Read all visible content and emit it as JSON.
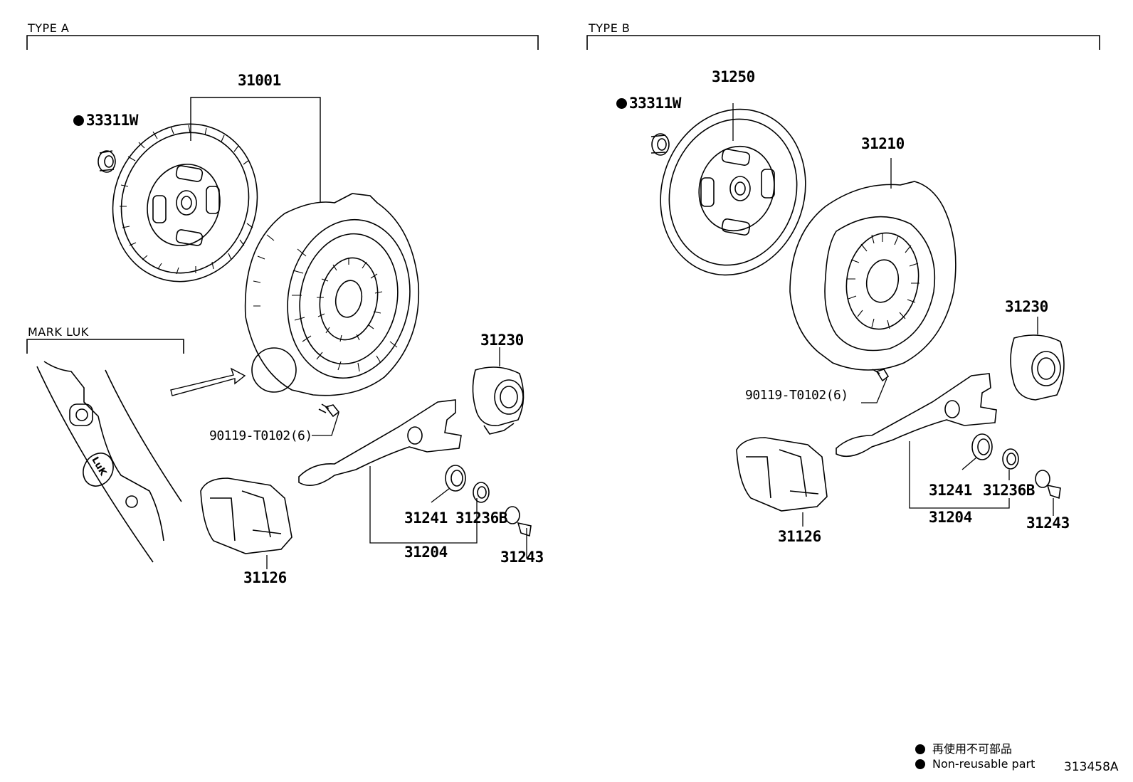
{
  "headers": {
    "type_a": "TYPE A",
    "type_b": "TYPE B",
    "mark_luk": "MARK LUK"
  },
  "type_a": {
    "bearing": "33311W",
    "cover_assy": "31001",
    "release_bearing": "31230",
    "bolt": "90119-T0102(6)",
    "fork_seal": "31241",
    "fork_boot_b": "31236B",
    "fork": "31204",
    "pivot": "31243",
    "boot": "31126",
    "luk_mark": "LuK"
  },
  "type_b": {
    "bearing": "33311W",
    "disc": "31250",
    "cover": "31210",
    "release_bearing": "31230",
    "bolt": "90119-T0102(6)",
    "fork_seal": "31241",
    "fork_boot_b": "31236B",
    "fork": "31204",
    "pivot": "31243",
    "boot": "31126"
  },
  "legend": {
    "line1": "再使用不可部品",
    "line2": "Non-reusable part"
  },
  "figure_code": "313458A"
}
